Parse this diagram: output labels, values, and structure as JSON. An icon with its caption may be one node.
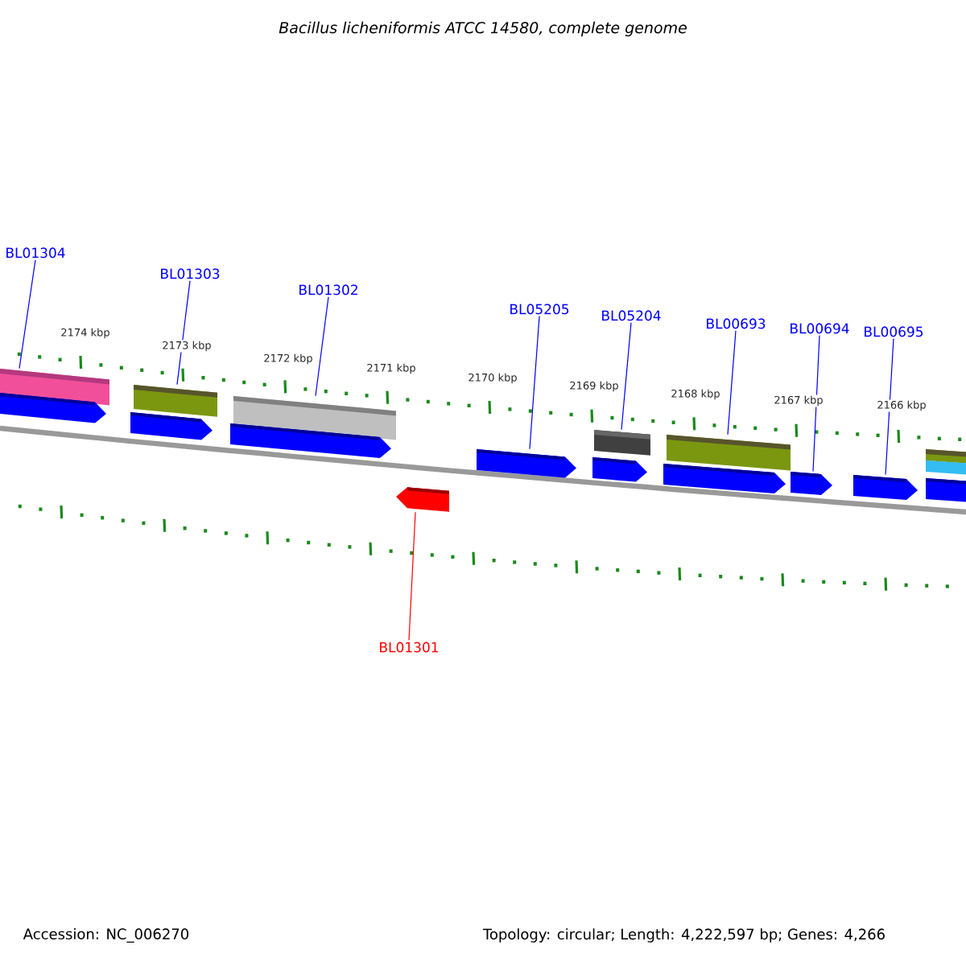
{
  "diagram": {
    "title": "Bacillus licheniformis ATCC 14580, complete genome",
    "nodes": [
      {
        "text": [
          "BL01304"
        ]
      },
      {
        "text": [
          "BL01303"
        ]
      },
      {
        "text": [
          "BL01302"
        ]
      },
      {
        "text": [
          "BL05205"
        ]
      },
      {
        "text": [
          "BL05204"
        ]
      },
      {
        "text": [
          "BL00693"
        ]
      },
      {
        "text": [
          "BL00694"
        ]
      },
      {
        "text": [
          "BL00695"
        ]
      },
      {
        "text": [
          "BL01301"
        ]
      },
      {
        "text": [],
        "shape": "bar"
      },
      {
        "text": [],
        "shape": "bar"
      },
      {
        "text": [],
        "shape": "bar"
      },
      {
        "text": [],
        "shape": "bar"
      },
      {
        "text": [],
        "shape": "bar"
      },
      {
        "text": [],
        "shape": "bar"
      },
      {
        "text": [],
        "shape": "bar"
      },
      {
        "text": [],
        "shape": "bar"
      },
      {
        "text": [],
        "shape": "bar"
      },
      {
        "text": [],
        "shape": "bar"
      }
    ],
    "edges": [
      {
        "from": 0,
        "to": 9,
        "arrow": "none"
      },
      {
        "from": 1,
        "to": 10,
        "arrow": "none"
      },
      {
        "from": 2,
        "to": 11,
        "arrow": "none"
      },
      {
        "from": 3,
        "to": 12,
        "arrow": "none"
      },
      {
        "from": 4,
        "to": 13,
        "arrow": "none"
      },
      {
        "from": 5,
        "to": 14,
        "arrow": "none"
      },
      {
        "from": 6,
        "to": 15,
        "arrow": "none"
      },
      {
        "from": 7,
        "to": 16,
        "arrow": "none"
      },
      {
        "from": 8,
        "to": 18,
        "arrow": "none",
        "color": "#ff0000"
      }
    ],
    "labels": [
      "2174 kbp",
      "2173 kbp",
      "2172 kbp",
      "2171 kbp",
      "2170 kbp",
      "2169 kbp",
      "2168 kbp",
      "2167 kbp",
      "2166 kbp",
      "Accession: NC_006270",
      "Topology: circular; Length: 4,222,597 bp; Genes: 4,266"
    ]
  }
}
